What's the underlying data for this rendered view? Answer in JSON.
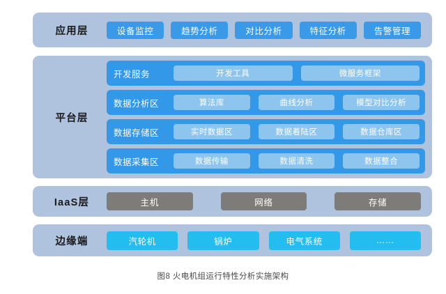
{
  "figure": {
    "caption": "图8 火电机组运行特性分析实施架构"
  },
  "layers": {
    "application": {
      "label": "应用层",
      "items": [
        {
          "label": "设备监控"
        },
        {
          "label": "趋势分析"
        },
        {
          "label": "对比分析"
        },
        {
          "label": "特征分析"
        },
        {
          "label": "告警管理"
        }
      ]
    },
    "platform": {
      "label": "平台层",
      "rows": [
        {
          "label": "开发服务",
          "items": [
            {
              "label": "开发工具"
            },
            {
              "label": "微服务框架"
            }
          ]
        },
        {
          "label": "数据分析区",
          "items": [
            {
              "label": "算法库"
            },
            {
              "label": "曲线分析"
            },
            {
              "label": "模型对比分析"
            }
          ]
        },
        {
          "label": "数据存储区",
          "items": [
            {
              "label": "实时数据区"
            },
            {
              "label": "数据着陆区"
            },
            {
              "label": "数据仓库区"
            }
          ]
        },
        {
          "label": "数据采集区",
          "items": [
            {
              "label": "数据传输"
            },
            {
              "label": "数据清洗"
            },
            {
              "label": "数据整合"
            }
          ]
        }
      ]
    },
    "iaas": {
      "label": "IaaS层",
      "items": [
        {
          "label": "主机"
        },
        {
          "label": "网络"
        },
        {
          "label": "存储"
        }
      ]
    },
    "edge": {
      "label": "边缘端",
      "items": [
        {
          "label": "汽轮机"
        },
        {
          "label": "锅炉"
        },
        {
          "label": "电气系统"
        },
        {
          "label": "……"
        }
      ]
    }
  },
  "colors": {
    "panel_background": "#afc2de",
    "application_button": "#3a9ae8",
    "platform_row": "#3498e8",
    "platform_chip": "#8ec5ef",
    "iaas_button": "#7d7c78",
    "edge_button": "#24bdf0",
    "page_background": "#ffffff"
  }
}
